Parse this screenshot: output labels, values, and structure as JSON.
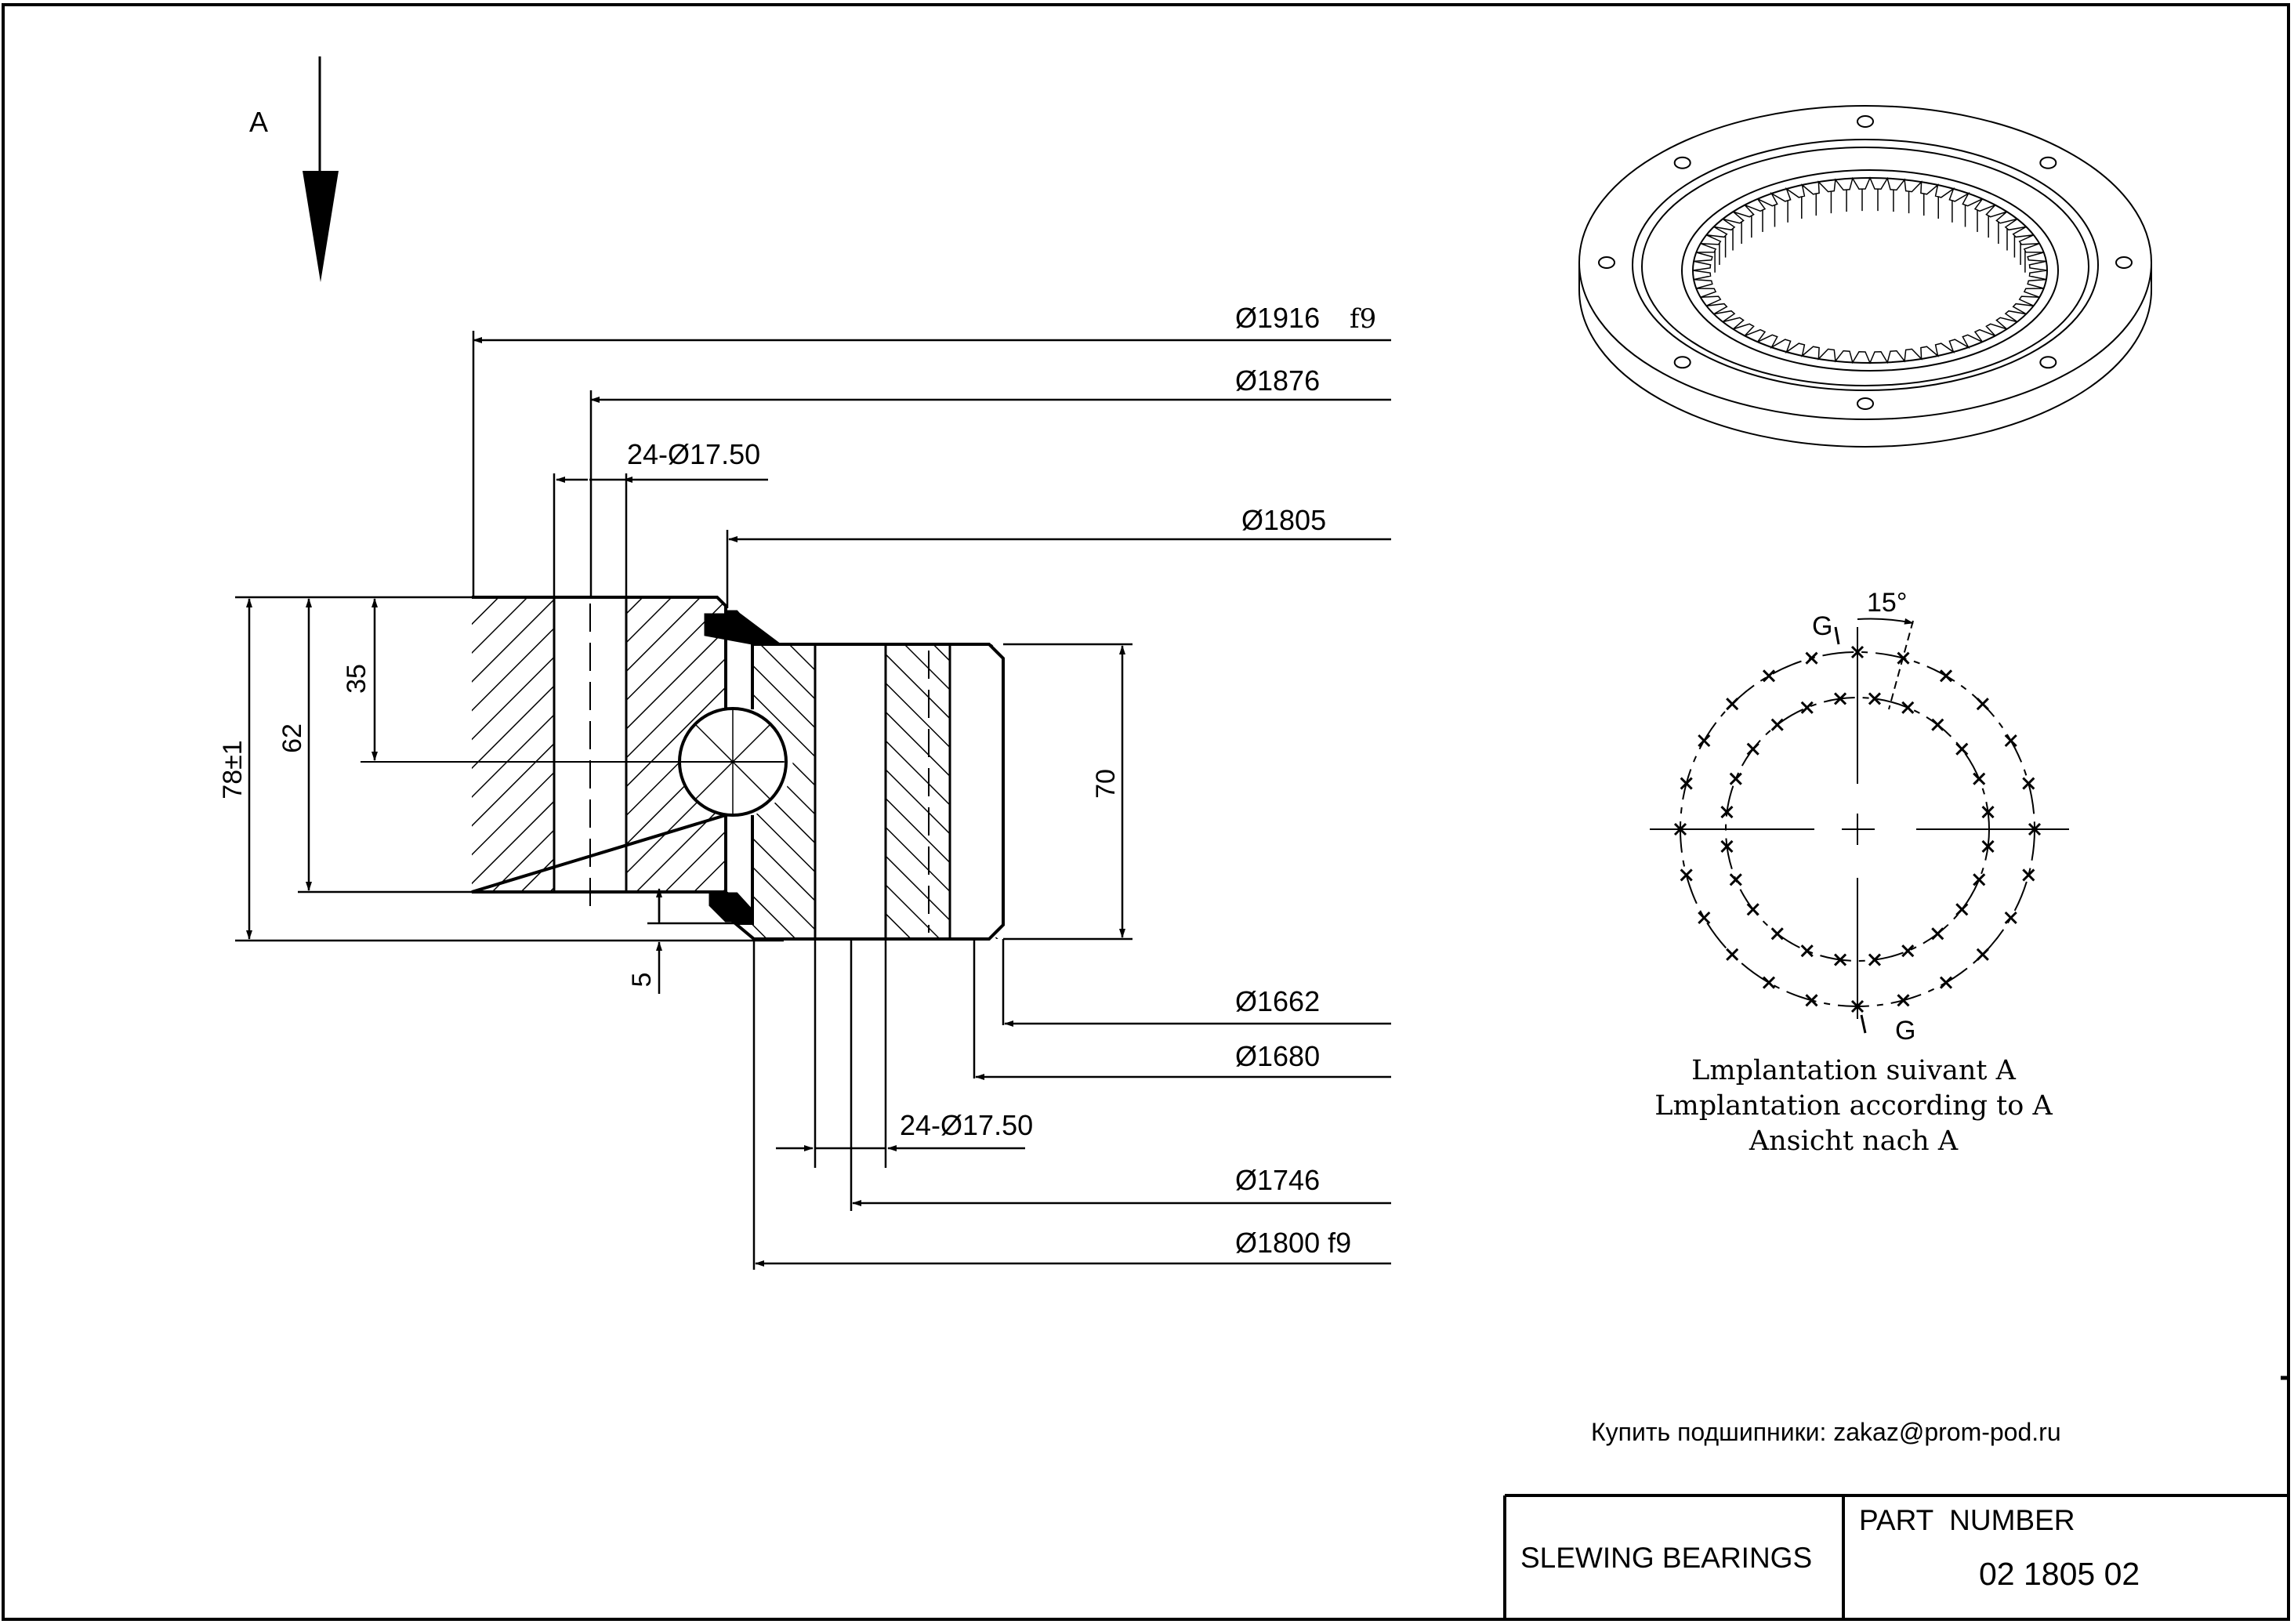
{
  "view_label": "A",
  "dims": {
    "d1916": "Ø1916",
    "d1916_tol": "f9",
    "d1876": "Ø1876",
    "holes_top": "24-Ø17.50",
    "d1805": "Ø1805",
    "h78": "78±1",
    "h62": "62",
    "h35": "35",
    "h70": "70",
    "h5": "5",
    "d1662": "Ø1662",
    "d1680": "Ø1680",
    "holes_bottom": "24-Ø17.50",
    "d1746": "Ø1746",
    "d1800": "Ø1800 f9"
  },
  "hole_pattern": {
    "angle": "15°",
    "g_top": "G",
    "g_bottom": "G",
    "caption_fr": "Lmplantation suivant A",
    "caption_en": "Lmplantation according to A",
    "caption_de": "Ansicht nach A",
    "outer_holes": 24,
    "inner_holes": 24,
    "step_deg": 15
  },
  "contact": "Купить подшипники: zakaz@prom-pod.ru",
  "title_block": {
    "product": "SLEWING BEARINGS",
    "part_number_label": "PART  NUMBER",
    "part_number": "02 1805 02"
  },
  "gear": {
    "teeth": 64,
    "flange_holes": 8
  },
  "colors": {
    "line": "#000000",
    "background": "#ffffff"
  }
}
